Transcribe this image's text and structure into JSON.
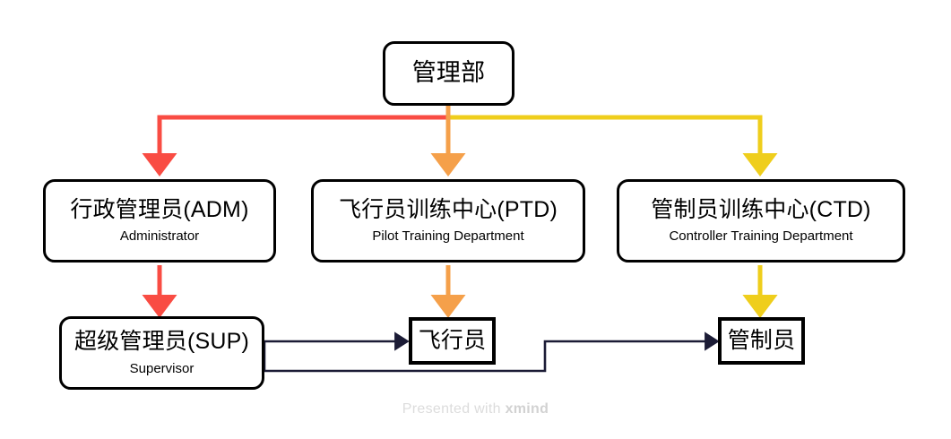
{
  "diagram": {
    "type": "organization-chart",
    "watermark": {
      "prefix": "Presented with",
      "brand": "xmind"
    },
    "colors": {
      "red": "#F94C43",
      "orange": "#F5A04A",
      "yellow": "#EFCE1C",
      "line_dark": "#1B1B35",
      "border": "#000000",
      "background": "#FFFFFF",
      "watermark": "#DCDCDC"
    },
    "nodes": {
      "root": {
        "title_cn": "管理部",
        "subtitle_en": ""
      },
      "adm": {
        "title_cn": "行政管理员(ADM)",
        "subtitle_en": "Administrator"
      },
      "ptd": {
        "title_cn": "飞行员训练中心(PTD)",
        "subtitle_en": "Pilot Training Department"
      },
      "ctd": {
        "title_cn": "管制员训练中心(CTD)",
        "subtitle_en": "Controller Training Department"
      },
      "sup": {
        "title_cn": "超级管理员(SUP)",
        "subtitle_en": "Supervisor"
      },
      "pilot": {
        "title_cn": "飞行员",
        "subtitle_en": ""
      },
      "controller": {
        "title_cn": "管制员",
        "subtitle_en": ""
      }
    },
    "edges": [
      {
        "id": "root-adm",
        "from": "root",
        "to": "adm",
        "color": "#F94C43"
      },
      {
        "id": "root-ptd",
        "from": "root",
        "to": "ptd",
        "color": "#F5A04A"
      },
      {
        "id": "root-ctd",
        "from": "root",
        "to": "ctd",
        "color": "#EFCE1C"
      },
      {
        "id": "adm-sup",
        "from": "adm",
        "to": "sup",
        "color": "#F94C43"
      },
      {
        "id": "ptd-pilot",
        "from": "ptd",
        "to": "pilot",
        "color": "#F5A04A"
      },
      {
        "id": "ctd-controller",
        "from": "ctd",
        "to": "controller",
        "color": "#EFCE1C"
      },
      {
        "id": "sup-pilot",
        "from": "sup",
        "to": "pilot",
        "color": "#1B1B35"
      },
      {
        "id": "sup-controller",
        "from": "sup",
        "to": "controller",
        "color": "#1B1B35"
      }
    ]
  }
}
